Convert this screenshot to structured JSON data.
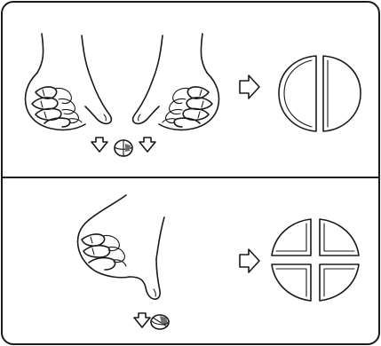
{
  "figure": {
    "panels": [
      {
        "id": "top",
        "action": "press-with-both-thumbs",
        "result": "tablet-split-in-halves",
        "pieces": 2
      },
      {
        "id": "bottom",
        "action": "press-with-one-thumb",
        "result": "tablet-split-in-quarters",
        "pieces": 4
      }
    ],
    "icons": [
      "down-arrow-icon",
      "right-arrow-icon",
      "tablet-icon",
      "hand-icon"
    ],
    "colors": {
      "line": "#1a1a1a",
      "background": "#ffffff",
      "shading": "#6e6e6e"
    }
  }
}
